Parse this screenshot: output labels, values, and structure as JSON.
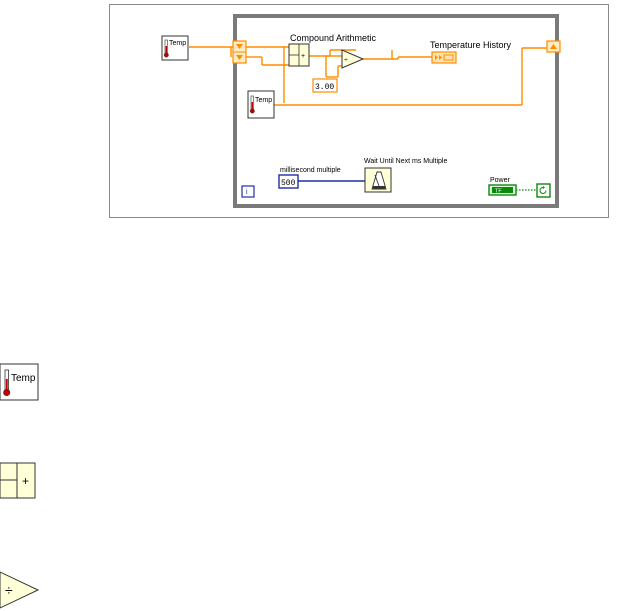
{
  "diagram": {
    "temp_label_outer": "Temp",
    "temp_label_inner": "Temp",
    "compound_arithmetic_label": "Compound Arithmetic",
    "temperature_history_label": "Temperature History",
    "constant_value": "3.00",
    "millisecond_multiple_label": "millisecond multiple",
    "millisecond_value": "500",
    "wait_label": "Wait Until Next ms Multiple",
    "power_label": "Power",
    "power_control_text": "TF",
    "iteration_label": "i",
    "compound_symbol": "+",
    "divide_symbol": "÷"
  },
  "icons": {
    "temp_icon_label": "Temp",
    "compound_arithmetic_symbol": "+",
    "divide_symbol": "÷"
  },
  "colors": {
    "wire_orange": "#ff8c00",
    "wire_blue": "#1f2fa8",
    "wire_green": "#0a8a0a",
    "loop_border": "#7a7a7a",
    "node_fill": "#ffffd8"
  }
}
